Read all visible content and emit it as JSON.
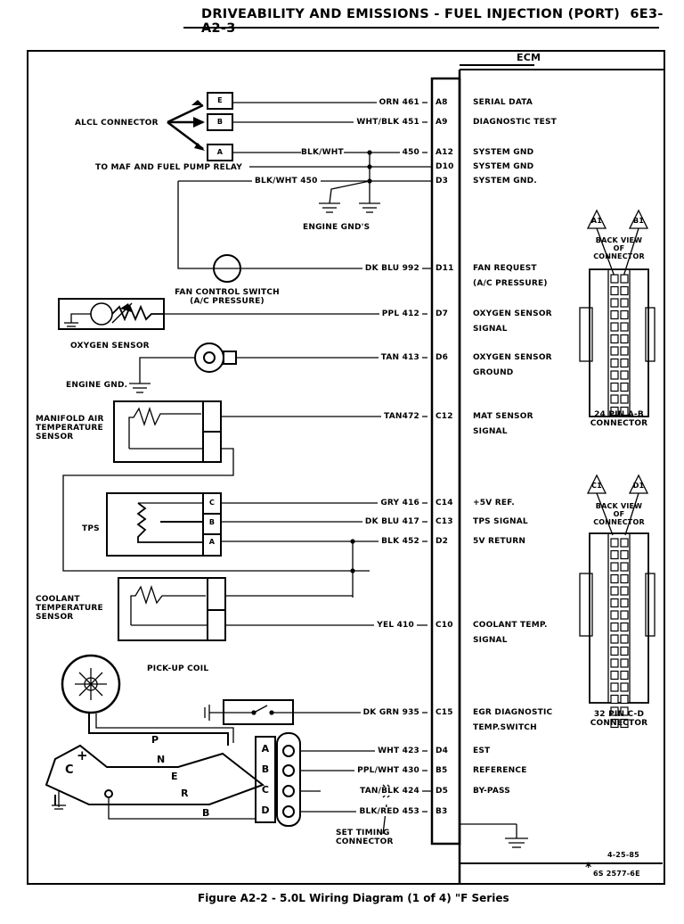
{
  "header": {
    "title": "DRIVEABILITY AND EMISSIONS - FUEL INJECTION (PORT)",
    "page_number": "6E3-A2-3"
  },
  "ecm": {
    "label": "ECM"
  },
  "pins": [
    {
      "wire": "ORN 461",
      "pin": "A8",
      "function": [
        "SERIAL DATA"
      ]
    },
    {
      "wire": "WHT/BLK 451",
      "pin": "A9",
      "function": [
        "DIAGNOSTIC TEST"
      ]
    },
    {
      "wire": "450",
      "pin": "A12",
      "function": [
        "SYSTEM GND"
      ]
    },
    {
      "wire": "",
      "pin": "D10",
      "function": [
        "SYSTEM GND"
      ]
    },
    {
      "wire": "BLK/WHT 450",
      "pin": "D3",
      "function": [
        "SYSTEM GND."
      ]
    },
    {
      "wire": "DK BLU 992",
      "pin": "D11",
      "function": [
        "FAN REQUEST",
        "(A/C PRESSURE)"
      ]
    },
    {
      "wire": "PPL 412",
      "pin": "D7",
      "function": [
        "OXYGEN SENSOR",
        "SIGNAL"
      ]
    },
    {
      "wire": "TAN 413",
      "pin": "D6",
      "function": [
        "OXYGEN SENSOR",
        "GROUND"
      ]
    },
    {
      "wire": "TAN472",
      "pin": "C12",
      "function": [
        "MAT SENSOR",
        "SIGNAL"
      ]
    },
    {
      "wire": "GRY 416",
      "pin": "C14",
      "function": [
        "+5V REF."
      ]
    },
    {
      "wire": "DK BLU 417",
      "pin": "C13",
      "function": [
        "TPS SIGNAL"
      ]
    },
    {
      "wire": "BLK 452",
      "pin": "D2",
      "function": [
        "5V RETURN"
      ]
    },
    {
      "wire": "YEL 410",
      "pin": "C10",
      "function": [
        "COOLANT TEMP.",
        "SIGNAL"
      ]
    },
    {
      "wire": "DK GRN 935",
      "pin": "C15",
      "function": [
        "EGR DIAGNOSTIC",
        "TEMP.SWITCH"
      ]
    },
    {
      "wire": "WHT 423",
      "pin": "D4",
      "function": [
        "EST"
      ]
    },
    {
      "wire": "PPL/WHT 430",
      "pin": "B5",
      "function": [
        "REFERENCE"
      ]
    },
    {
      "wire": "TAN/BLK 424",
      "pin": "D5",
      "function": [
        "BY-PASS"
      ]
    },
    {
      "wire": "BLK/RED 453",
      "pin": "B3",
      "function": []
    }
  ],
  "labels": {
    "alcl_connector": "ALCL CONNECTOR",
    "alcl_terminals": [
      "E",
      "B",
      "A"
    ],
    "blk_wht": "BLK/WHT",
    "maf_relay": "TO MAF AND FUEL PUMP RELAY",
    "engine_gnds": "ENGINE GND'S",
    "fan_switch": [
      "FAN CONTROL SWITCH",
      "(A/C PRESSURE)"
    ],
    "oxygen_sensor": "OXYGEN SENSOR",
    "engine_gnd": "ENGINE GND.",
    "mat_sensor": [
      "MANIFOLD AIR",
      "TEMPERATURE",
      "SENSOR"
    ],
    "tps": "TPS",
    "tps_terminals": [
      "C",
      "B",
      "A"
    ],
    "coolant_sensor": [
      "COOLANT",
      "TEMPERATURE",
      "SENSOR"
    ],
    "pickup_coil": "PICK-UP COIL",
    "module_terminals": [
      "P",
      "N",
      "E",
      "R",
      "B"
    ],
    "module_c": "C",
    "module_plus": "+",
    "hei_terminals": [
      "A",
      "B",
      "C",
      "D"
    ],
    "set_timing": [
      "SET TIMING",
      "CONNECTOR"
    ]
  },
  "connectors": [
    {
      "name": "24 PIN A-B",
      "label": [
        "24 PIN A-B",
        "CONNECTOR"
      ],
      "back_view": [
        "BACK VIEW",
        "OF",
        "CONNECTOR"
      ],
      "tags": [
        "A1",
        "B1"
      ]
    },
    {
      "name": "32 PIN C-D",
      "label": [
        "32 PIN C-D",
        "CONNECTOR"
      ],
      "back_view": [
        "BACK VIEW",
        "OF",
        "CONNECTOR"
      ],
      "tags": [
        "C1",
        "D1"
      ]
    }
  ],
  "footer": {
    "date": "4-25-85",
    "ref": "6S 2577-6E",
    "star": "*",
    "caption": "Figure A2-2 - 5.0L Wiring Diagram (1 of 4) \"F Series"
  }
}
